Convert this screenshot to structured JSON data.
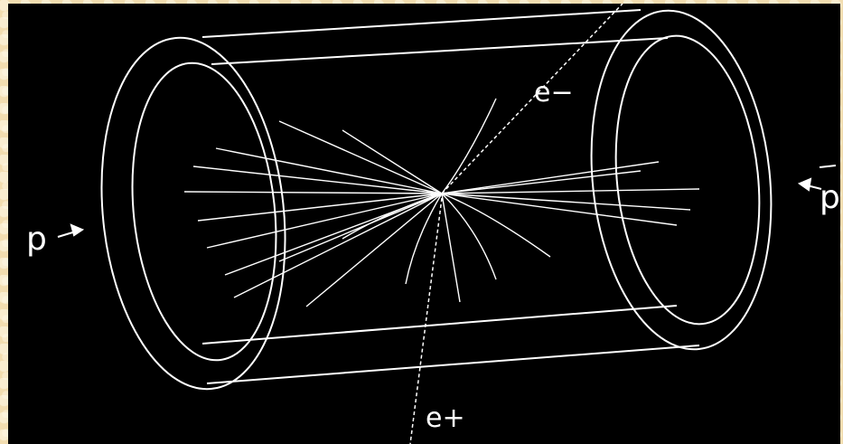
{
  "labels": {
    "proton": "p",
    "antiproton": "p",
    "electron": "e−",
    "positron": "e+"
  },
  "icons": {
    "proton_arrow": "right-arrow-icon",
    "antiproton_arrow": "left-arrow-icon",
    "antiproton_bar": "overbar"
  },
  "colors": {
    "background": "#000000",
    "lines": "#ffffff",
    "page": "#f2ddb0"
  }
}
